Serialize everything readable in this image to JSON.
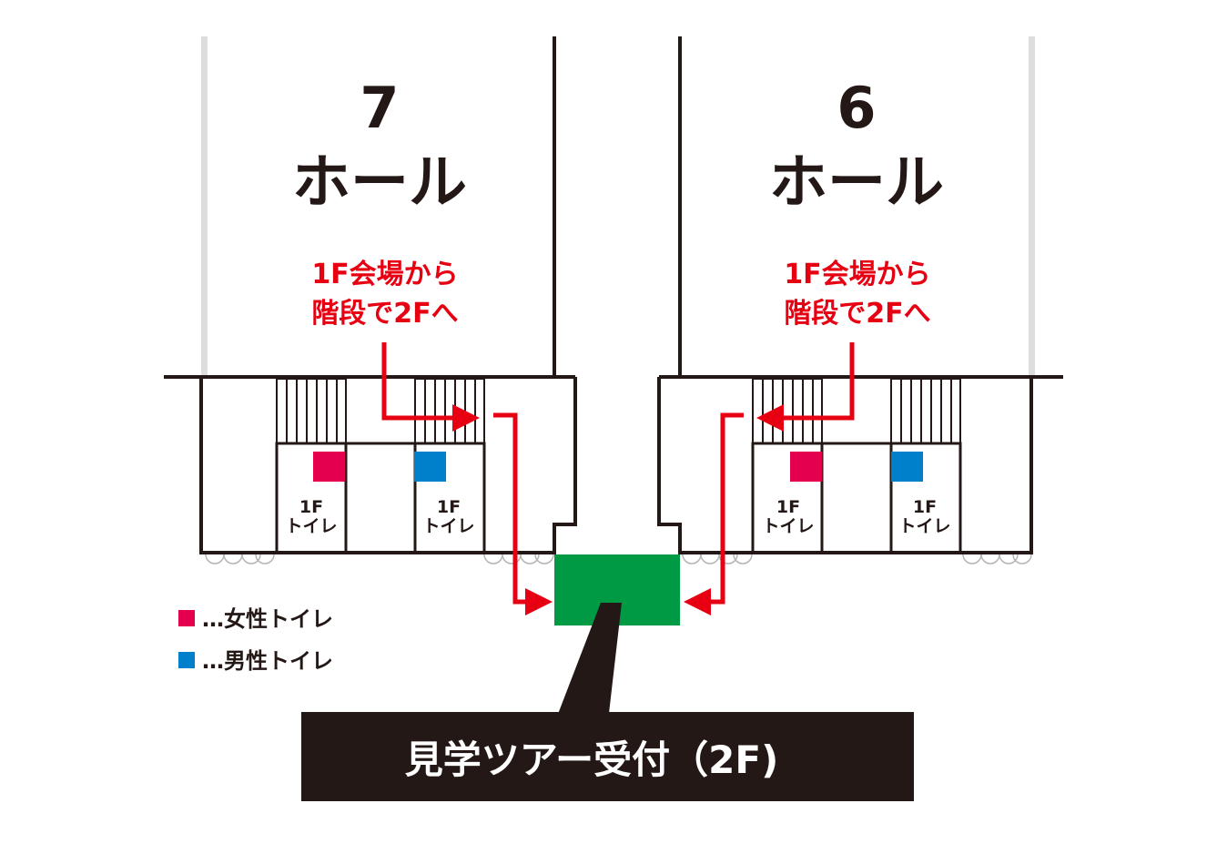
{
  "halls": [
    {
      "number": "7",
      "name": "ホール"
    },
    {
      "number": "6",
      "name": "ホール"
    }
  ],
  "directions": [
    {
      "line1": "1F会場から",
      "line2": "階段で2Fへ"
    },
    {
      "line1": "1F会場から",
      "line2": "階段で2Fへ"
    }
  ],
  "toilets": [
    {
      "line1": "1F",
      "line2": "トイレ",
      "type": "female"
    },
    {
      "line1": "1F",
      "line2": "トイレ",
      "type": "male"
    },
    {
      "line1": "1F",
      "line2": "トイレ",
      "type": "female"
    },
    {
      "line1": "1F",
      "line2": "トイレ",
      "type": "male"
    }
  ],
  "legend": [
    {
      "label": "…女性トイレ",
      "color": "#e4004f"
    },
    {
      "label": "…男性トイレ",
      "color": "#0080cb"
    }
  ],
  "reception": {
    "label": "見学ツアー受付（2F)",
    "color": "#009944"
  },
  "colors": {
    "arrow": "#e60012",
    "wall": "#231815",
    "glass": "#dcdddd"
  }
}
